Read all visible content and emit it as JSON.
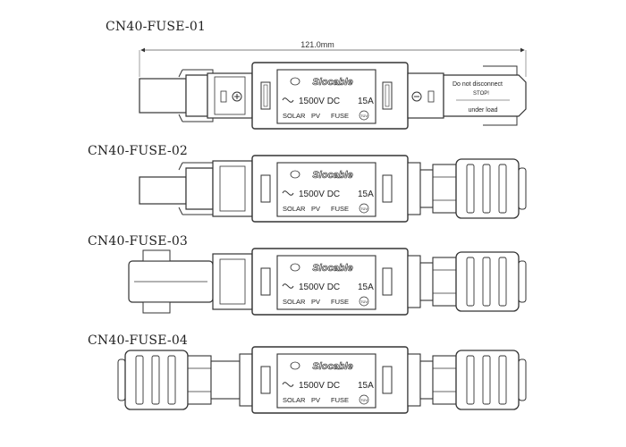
{
  "dimension": {
    "text": "121.0mm"
  },
  "label_common": {
    "brand": "Slocable",
    "rating_voltage": "1500V DC",
    "rating_current": "15A",
    "solar": "SOLAR",
    "pv": "PV",
    "fuse": "FUSE",
    "cert_mark": "TÜV"
  },
  "variants": [
    {
      "title": "CN40-FUSE-01",
      "left_end": "male-pin",
      "right_end": "female-warning"
    },
    {
      "title": "CN40-FUSE-02",
      "left_end": "male-pin",
      "right_end": "gland-nut"
    },
    {
      "title": "CN40-FUSE-03",
      "left_end": "female-socket",
      "right_end": "gland-nut"
    },
    {
      "title": "CN40-FUSE-04",
      "left_end": "gland-nut",
      "right_end": "gland-nut"
    }
  ],
  "warning": {
    "line1": "Do not disconnect",
    "line2": "STOP!",
    "line3": "under load"
  },
  "colors": {
    "stroke": "#333333",
    "fill": "#ffffff"
  }
}
